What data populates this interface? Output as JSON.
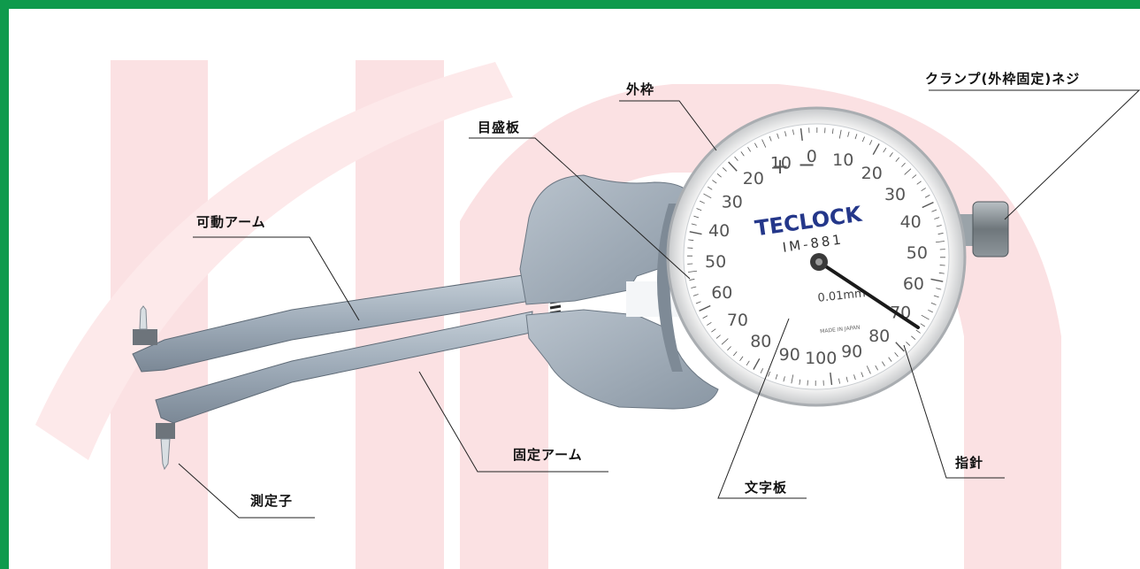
{
  "labels": {
    "outer_frame": "外枠",
    "clamp_screw": "クランプ(外枠固定)ネジ",
    "scale_plate": "目盛板",
    "movable_arm": "可動アーム",
    "fixed_arm": "固定アーム",
    "contact_point": "測定子",
    "dial_face": "文字板",
    "pointer": "指針"
  },
  "dial": {
    "brand": "TECLOCK",
    "model": "IM-881",
    "resolution": "0.01mm",
    "origin": "MADE IN JAPAN",
    "plus_sign": "+",
    "minus_sign": "−",
    "scale_numbers": [
      "10",
      "0",
      "10",
      "20",
      "30",
      "40",
      "50",
      "60",
      "70",
      "80",
      "90",
      "100",
      "90",
      "80",
      "70",
      "60",
      "50",
      "40",
      "30",
      "20"
    ]
  },
  "colors": {
    "frame_top": "#0f9a4c",
    "background_shape": "#fbe1e3",
    "arm": "#a7b3bf",
    "dial_face": "#ffffff",
    "brand": "#24378a",
    "pointer": "#1a1a1a"
  }
}
